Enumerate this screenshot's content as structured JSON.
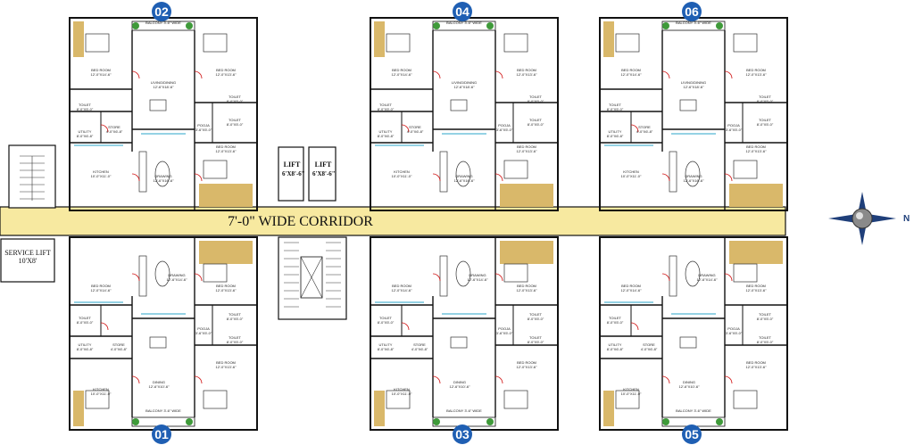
{
  "corridor": {
    "label": "7'-0\" WIDE CORRIDOR"
  },
  "lifts": [
    {
      "label": "LIFT",
      "size": "6'X8'-6\""
    },
    {
      "label": "LIFT",
      "size": "6'X8'-6\""
    }
  ],
  "service_lift": {
    "label": "SERVICE LIFT",
    "size": "10'X8'"
  },
  "compass": {
    "north": "N"
  },
  "units": {
    "top": [
      "02",
      "04",
      "06"
    ],
    "bottom": [
      "01",
      "03",
      "05"
    ]
  },
  "top_rooms": {
    "balcony": "BALCONY 3'-6\" WIDE",
    "bed_room_a": "BED ROOM",
    "bed_room_a_size": "12'-0\"X14'-6\"",
    "living": "LIVING/DINING",
    "living_size": "12'-6\"X18'-6\"",
    "bed_room_b": "BED ROOM",
    "bed_room_b_size": "12'-0\"X13'-6\"",
    "toilet_a": "TOILET",
    "toilet_a_size": "8'-0\"X5'-0\"",
    "toilet_b": "TOILET",
    "toilet_b_size": "8'-0\"X5'-0\"",
    "toilet_c": "TOILET",
    "toilet_c_size": "8'-0\"X5'-0\"",
    "pooja": "POOJA",
    "pooja_size": "3'-6\"X5'-0\"",
    "utility": "UTILITY",
    "utility_size": "8'-0\"X6'-8\"",
    "store": "STORE",
    "store_size": "4'-0\"X6'-8\"",
    "bed_room_c": "BED ROOM",
    "bed_room_c_size": "12'-0\"X13'-6\"",
    "kitchen": "KITCHEN",
    "kitchen_size": "10'-0\"X11'-0\"",
    "drawing": "DRAWING",
    "drawing_size": "12'-6\"X16'-6\""
  },
  "bottom_rooms": {
    "bed_room_a": "BED ROOM",
    "bed_room_a_size": "12'-0\"X14'-6\"",
    "drawing": "DRAWING",
    "drawing_size": "12'-6\"X14'-6\"",
    "bed_room_b": "BED ROOM",
    "bed_room_b_size": "12'-0\"X13'-6\"",
    "toilet_a": "TOILET",
    "toilet_a_size": "8'-0\"X5'-0\"",
    "toilet_b": "TOILET",
    "toilet_b_size": "8'-0\"X5'-0\"",
    "toilet_c": "TOILET",
    "toilet_c_size": "8'-0\"X5'-0\"",
    "pooja": "POOJA",
    "pooja_size": "3'-6\"X5'-0\"",
    "utility": "UTILITY",
    "utility_size": "8'-0\"X6'-8\"",
    "store": "STORE",
    "store_size": "4'-0\"X6'-8\"",
    "bed_room_c": "BED ROOM",
    "bed_room_c_size": "12'-0\"X13'-6\"",
    "kitchen": "KITCHEN",
    "kitchen_size": "10'-0\"X11'-0\"",
    "dining": "DINING",
    "dining_size": "12'-6\"X10'-6\"",
    "balcony": "BALCONY 3'-6\" WIDE"
  },
  "colors": {
    "wall": "#111111",
    "corridor": "#f7e9a0",
    "balcony": "#d9b86a",
    "badge": "#1f5fb3",
    "door": "#d01010",
    "window": "#2aa6c9",
    "plant": "#3f9a3a",
    "compass_dark": "#1f3f7a",
    "compass_light": "#5aa0d8"
  }
}
